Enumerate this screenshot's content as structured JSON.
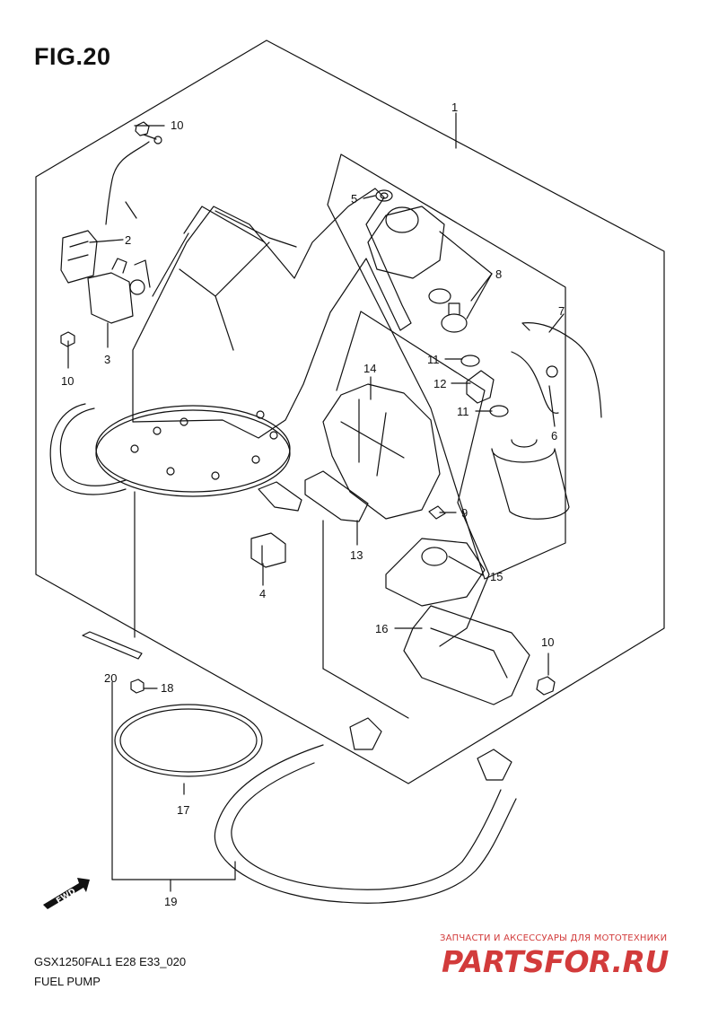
{
  "figure": {
    "title": "FIG.20"
  },
  "callouts": [
    {
      "id": "1",
      "text": "1"
    },
    {
      "id": "10a",
      "text": "10"
    },
    {
      "id": "2",
      "text": "2"
    },
    {
      "id": "3",
      "text": "3"
    },
    {
      "id": "10b",
      "text": "10"
    },
    {
      "id": "5",
      "text": "5"
    },
    {
      "id": "8",
      "text": "8"
    },
    {
      "id": "7",
      "text": "7"
    },
    {
      "id": "14",
      "text": "14"
    },
    {
      "id": "11a",
      "text": "11"
    },
    {
      "id": "12",
      "text": "12"
    },
    {
      "id": "11b",
      "text": "11"
    },
    {
      "id": "6",
      "text": "6"
    },
    {
      "id": "9",
      "text": "9"
    },
    {
      "id": "13",
      "text": "13"
    },
    {
      "id": "4",
      "text": "4"
    },
    {
      "id": "15",
      "text": "15"
    },
    {
      "id": "16",
      "text": "16"
    },
    {
      "id": "10c",
      "text": "10"
    },
    {
      "id": "20",
      "text": "20"
    },
    {
      "id": "18",
      "text": "18"
    },
    {
      "id": "17",
      "text": "17"
    },
    {
      "id": "19",
      "text": "19"
    }
  ],
  "direction_marker": {
    "label": "FWD"
  },
  "footer": {
    "model_code": "GSX1250FAL1 E28 E33_020",
    "section_title": "FUEL PUMP"
  },
  "watermark": {
    "tagline": "ЗАПЧАСТИ И АКСЕССУАРЫ ДЛЯ МОТОТЕХНИКИ",
    "brand": "PARTSFOR.RU",
    "color": "#d23b3b"
  }
}
